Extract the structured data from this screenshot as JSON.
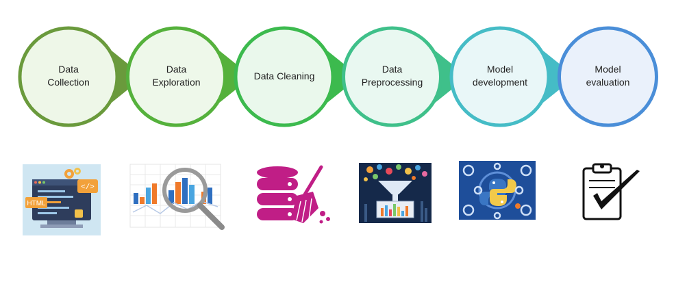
{
  "pipeline": {
    "steps": [
      {
        "label": "Data\nCollection",
        "color": "#6a9a3c",
        "fill": "#eef7e8",
        "icon": "html-code-window-icon"
      },
      {
        "label": "Data\nExploration",
        "color": "#55b13c",
        "fill": "#eef8ea",
        "icon": "magnifier-bar-chart-icon"
      },
      {
        "label": "Data Cleaning",
        "color": "#3cba4e",
        "fill": "#eaf8ec",
        "icon": "database-broom-icon"
      },
      {
        "label": "Data\nPreprocessing",
        "color": "#3fc08a",
        "fill": "#e9f8f1",
        "icon": "data-funnel-icon"
      },
      {
        "label": "Model\ndevelopment",
        "color": "#45bcc6",
        "fill": "#e9f7f8",
        "icon": "python-gears-icon"
      },
      {
        "label": "Model\nevaluation",
        "color": "#4a8ed8",
        "fill": "#eaf1fb",
        "icon": "clipboard-check-icon"
      }
    ]
  },
  "thumbnails": {
    "html_window": {
      "text": "HTML",
      "code": "</>"
    }
  }
}
